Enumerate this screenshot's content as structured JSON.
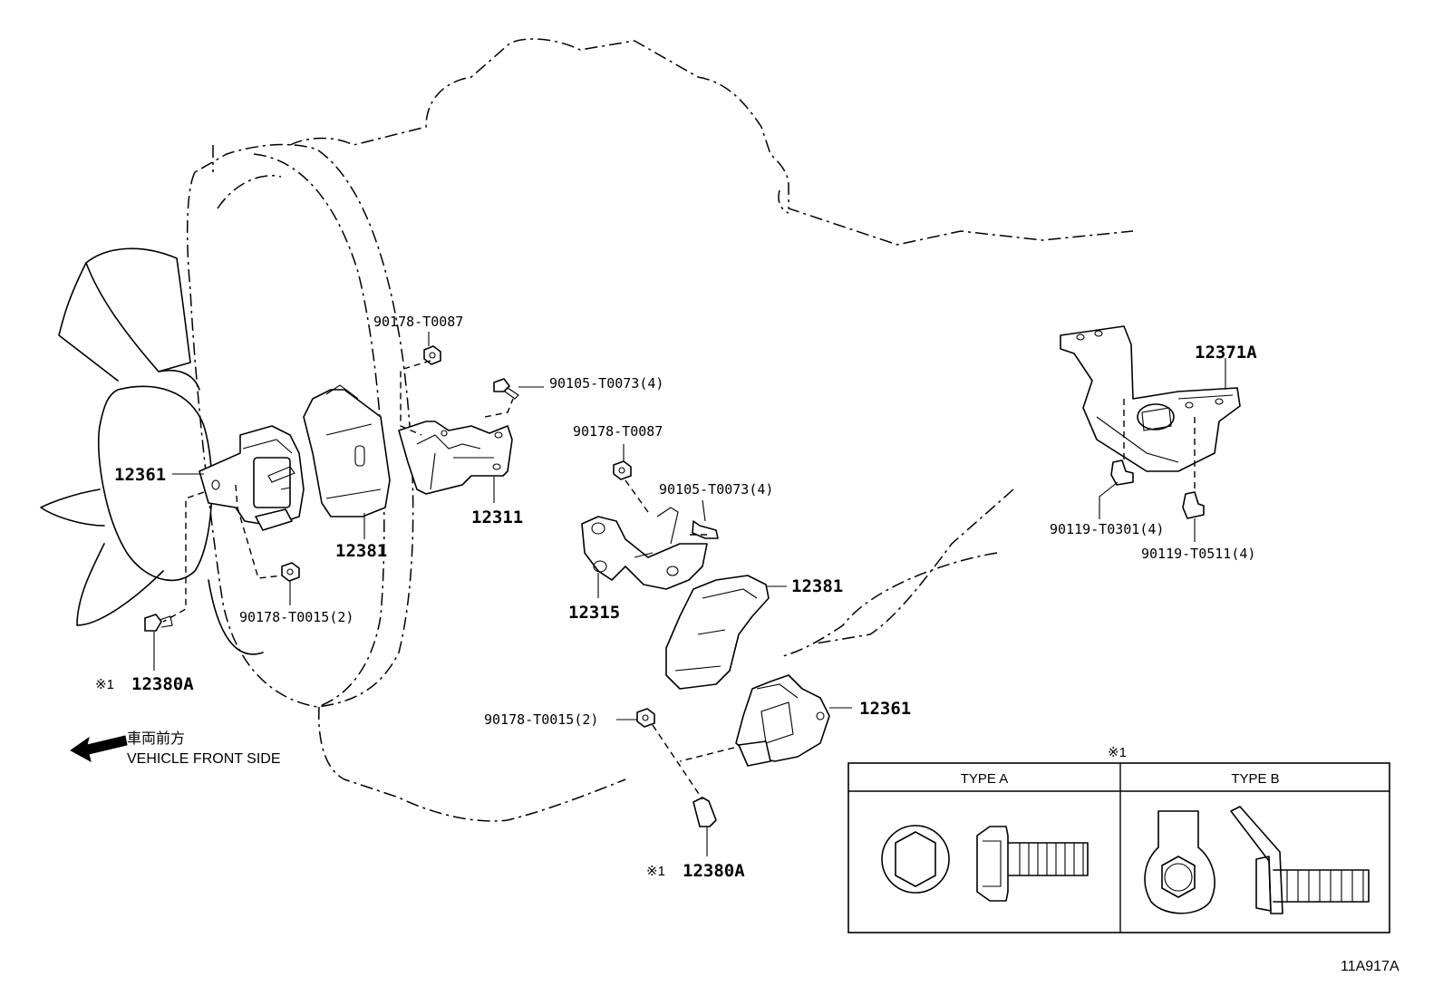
{
  "labels": {
    "nut_top_left": "90178-T0087",
    "bolt_top_left": "90105-T0073(4)",
    "nut_mid": "90178-T0087",
    "bolt_mid": "90105-T0073(4)",
    "insul_left": "12361",
    "cushion_left": "12381",
    "bracket_left": "12311",
    "bracket_right": "12315",
    "cushion_right": "12381",
    "insul_right": "12361",
    "rear_mount": "12371A",
    "rear_bolt_a": "90119-T0301(4)",
    "rear_bolt_b": "90119-T0511(4)",
    "nut_low_left": "90178-T0015(2)",
    "nut_low_mid": "90178-T0015(2)",
    "bolt_low_left": "12380A",
    "bolt_low_mid": "12380A",
    "ref_mark": "※1",
    "front_jp": "車両前方",
    "front_en": "VEHICLE FRONT SIDE",
    "type_a": "TYPE A",
    "type_b": "TYPE B",
    "figure_id": "11A917A"
  }
}
